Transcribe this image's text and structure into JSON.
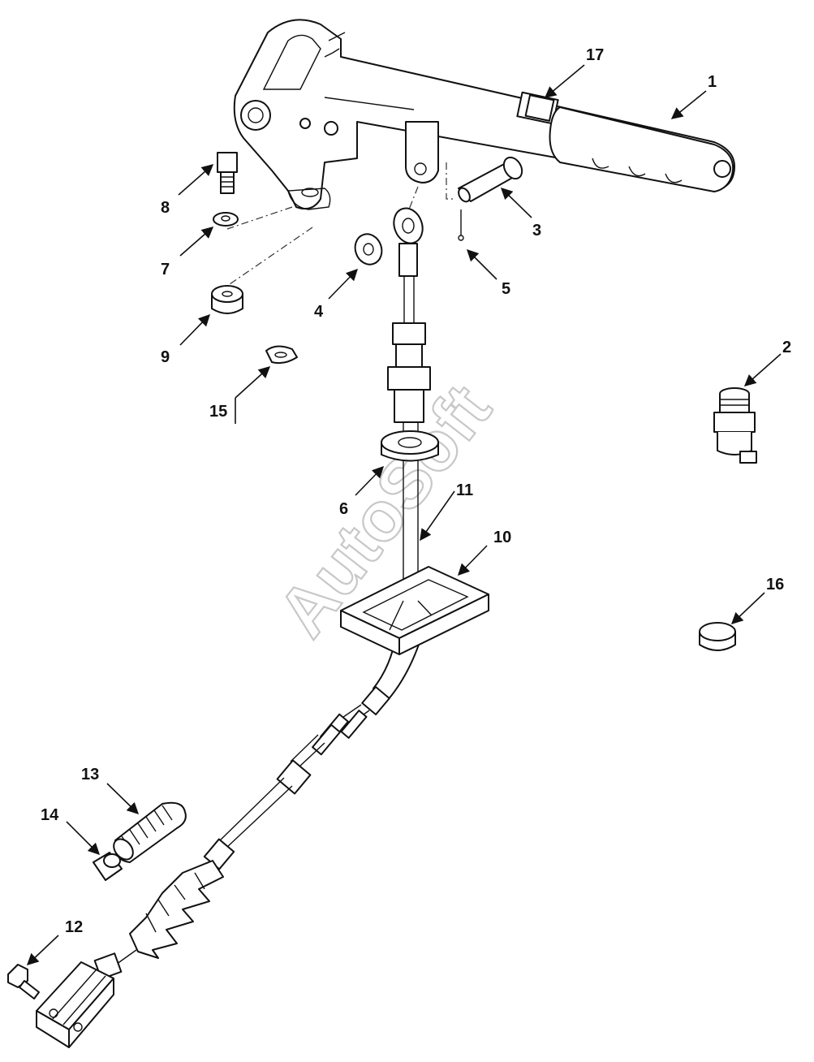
{
  "diagram": {
    "watermark": "AutoSoft",
    "callouts": [
      "1",
      "2",
      "3",
      "4",
      "5",
      "6",
      "7",
      "8",
      "9",
      "10",
      "11",
      "12",
      "13",
      "14",
      "15",
      "16",
      "17"
    ]
  }
}
